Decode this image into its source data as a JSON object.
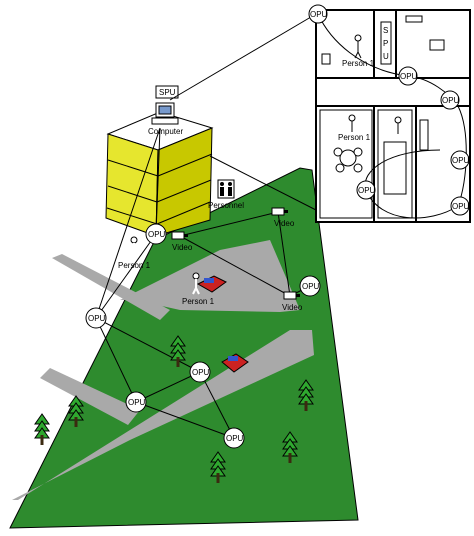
{
  "labels": {
    "spu": "SPU",
    "computer": "Computer",
    "opu": "OPU",
    "person": "Person 1",
    "video": "Video",
    "personnel": "Personnel",
    "spu_vertical": [
      "S",
      "P",
      "U"
    ]
  },
  "colors": {
    "ground": "#2e8b2e",
    "road": "#a9a9a9",
    "building_face": "#e6e62e",
    "building_side": "#c8c800",
    "building_top": "#ffffff",
    "tree": "#2fa82f",
    "car": "#cc2222",
    "outline": "#000000"
  },
  "icons": [
    "computer-icon",
    "person-icon",
    "camera-icon",
    "car-icon",
    "tree-icon",
    "chair-icon",
    "table-icon"
  ]
}
